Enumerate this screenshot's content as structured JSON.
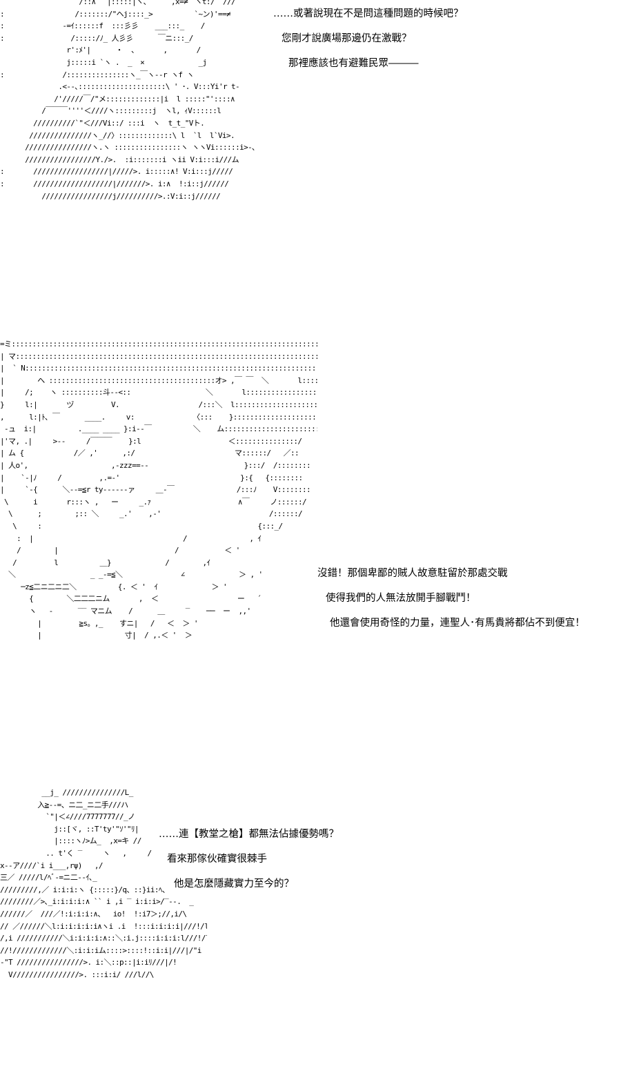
{
  "panels": [
    {
      "lines": [
        "……或著說現在不是問這種問題的時候吧？",
        "您剛才說廣場那邊仍在激戰？",
        "那裡應該也有避難民眾―――"
      ]
    },
    {
      "lines": [
        "沒錯！那個卑鄙的賊人故意駐留於那處交戰",
        "使得我們的人無法放開手腳戰鬥！",
        "他還會使用奇怪的力量，連聖人･有馬貴將都佔不到便宜！"
      ]
    },
    {
      "lines": [
        "……連【教堂之槍】都無法佔據優勢嗎？",
        "看來那傢伙確實很棘手",
        "他是怎麼隱藏實力至今的？"
      ]
    }
  ]
}
